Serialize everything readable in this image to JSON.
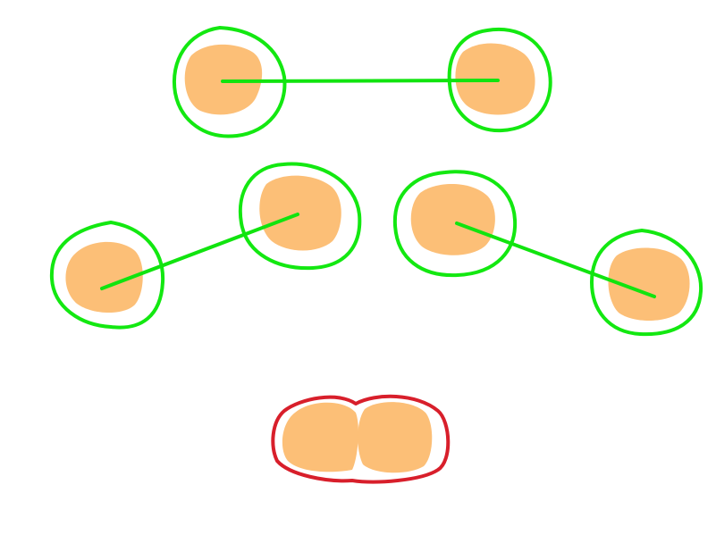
{
  "colors": {
    "background": "#ffffff",
    "blob_fill": "#fcbf77",
    "link_stroke": "#11e40f",
    "ring_stroke": "#13e811",
    "merged_ring_stroke": "#d81f2b"
  },
  "diagram": {
    "description_hidden": "",
    "linked_pairs": [
      {
        "id": "pair-top"
      },
      {
        "id": "pair-left"
      },
      {
        "id": "pair-right"
      }
    ],
    "merged_groups": [
      {
        "id": "merged-bottom"
      }
    ]
  }
}
